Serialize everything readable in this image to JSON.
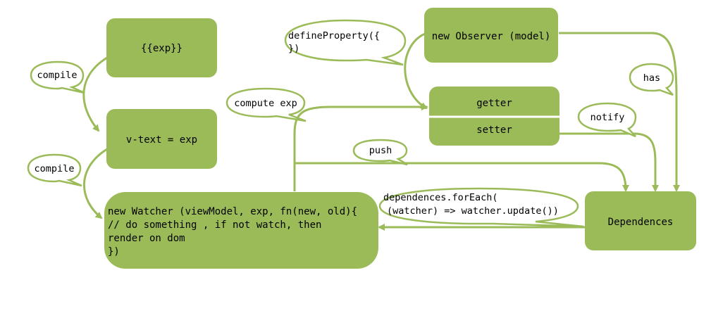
{
  "colors": {
    "box_fill": "#9bbb59",
    "stroke": "#9bbb59",
    "divider": "#ffffff",
    "text": "#000000",
    "bubble_fill": "#ffffff"
  },
  "nodes": {
    "exp_template": "{{exp}}",
    "v_text": "v-text = exp",
    "observer": "new Observer (model)",
    "getter": "getter",
    "setter": "setter",
    "dependences": "Dependences",
    "watcher": {
      "line1": "new Watcher (viewModel, exp, fn(new, old){",
      "line2": "// do something , if not  watch, then",
      "line3": "render on dom",
      "line4": "})"
    }
  },
  "bubbles": {
    "compile_1": "compile",
    "compile_2": "compile",
    "define_property": {
      "line1": "defineProperty({",
      "line2": "})"
    },
    "compute_exp": "compute exp",
    "push": "push",
    "has": "has",
    "notify": "notify",
    "for_each": {
      "line1": "dependences.forEach(",
      "line2": "(watcher) => watcher.update())"
    }
  }
}
